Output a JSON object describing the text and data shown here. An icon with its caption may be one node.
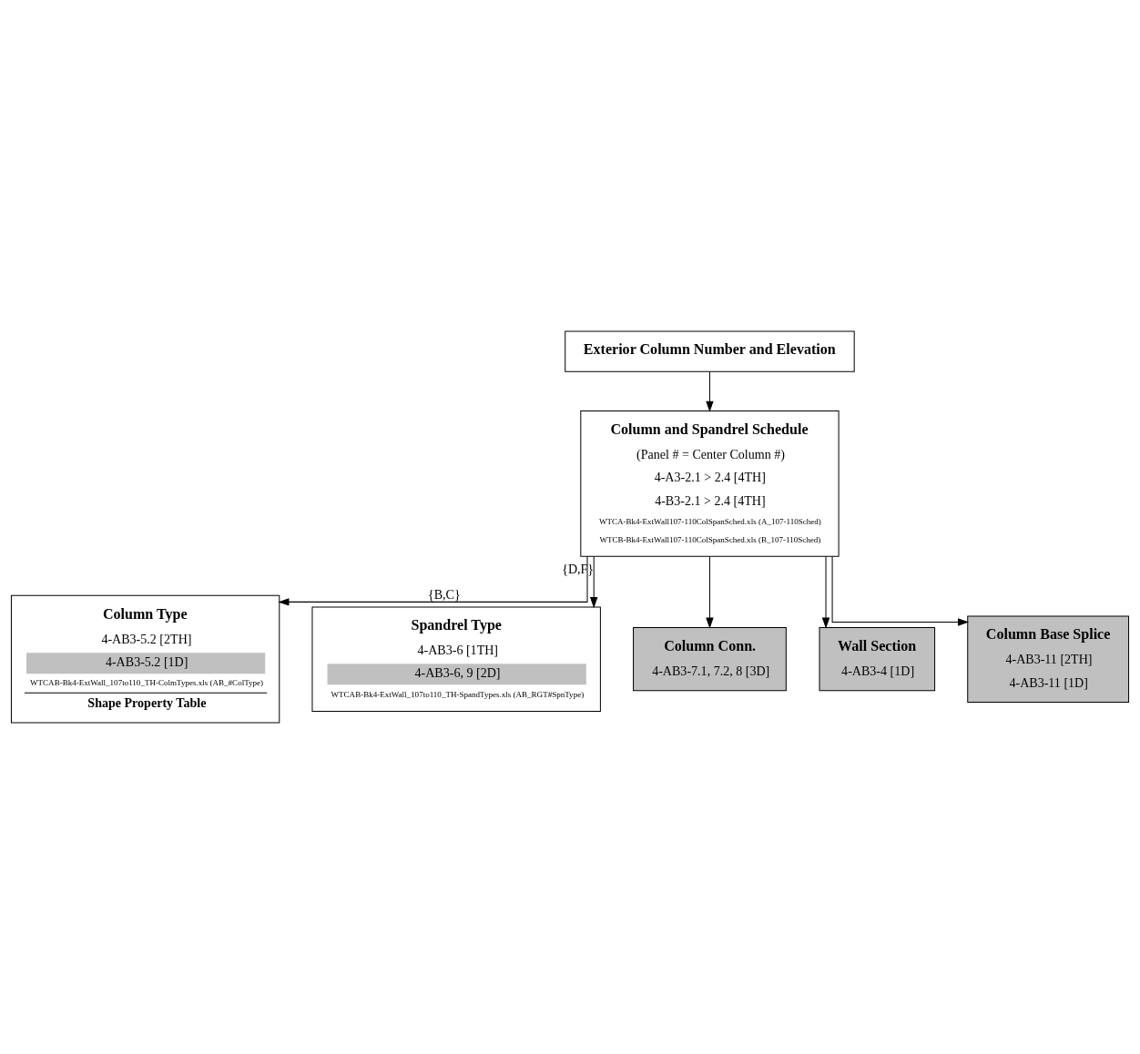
{
  "diagram": {
    "nodes": [
      {
        "text": [
          "Exterior Column Number and Elevation"
        ]
      },
      {
        "text": [
          "Column and Spandrel Schedule",
          "(Panel # = Center Column #)",
          "4-A3-2.1 > 2.4 [4TH]",
          "4-B3-2.1 > 2.4 [4TH]",
          "WTCA-Bk4-ExtWall107-110ColSpanSched.xls (A_107-110Sched)",
          "WTCB-Bk4-ExtWall107-110ColSpanSched.xls (B_107-110Sched)"
        ]
      },
      {
        "text": [
          "Column Type",
          "4-AB3-5.2 [2TH]",
          "4-AB3-5.2 [1D]",
          "WTCAB-Bk4-ExtWall_107to110_TH-ColmTypes.xls (AB_#ColType)",
          "Shape Property Table"
        ]
      },
      {
        "text": [
          "Spandrel Type",
          "4-AB3-6 [1TH]",
          "4-AB3-6, 9 [2D]",
          "WTCAB-Bk4-ExtWall_107to110_TH-SpandTypes.xls (AB_RGT#SpnType)"
        ]
      },
      {
        "text": [
          "Column Conn.",
          "4-AB3-7.1, 7.2, 8 [3D]"
        ]
      },
      {
        "text": [
          "Wall Section",
          "4-AB3-4 [1D]"
        ]
      },
      {
        "text": [
          "Column Base Splice",
          "4-AB3-11 [2TH]",
          "4-AB3-11 [1D]"
        ]
      }
    ],
    "edges": [
      {
        "from": 0,
        "to": 1,
        "arrow": "to"
      },
      {
        "from": 1,
        "to": 4,
        "arrow": "to"
      },
      {
        "from": 1,
        "to": 2,
        "label": "{B,C}",
        "arrow": "to"
      },
      {
        "from": 1,
        "to": 5,
        "arrow": "to"
      },
      {
        "from": 1,
        "to": 3,
        "label": "{D,F}",
        "arrow": "to"
      },
      {
        "from": 1,
        "to": 6,
        "arrow": "to"
      }
    ]
  }
}
